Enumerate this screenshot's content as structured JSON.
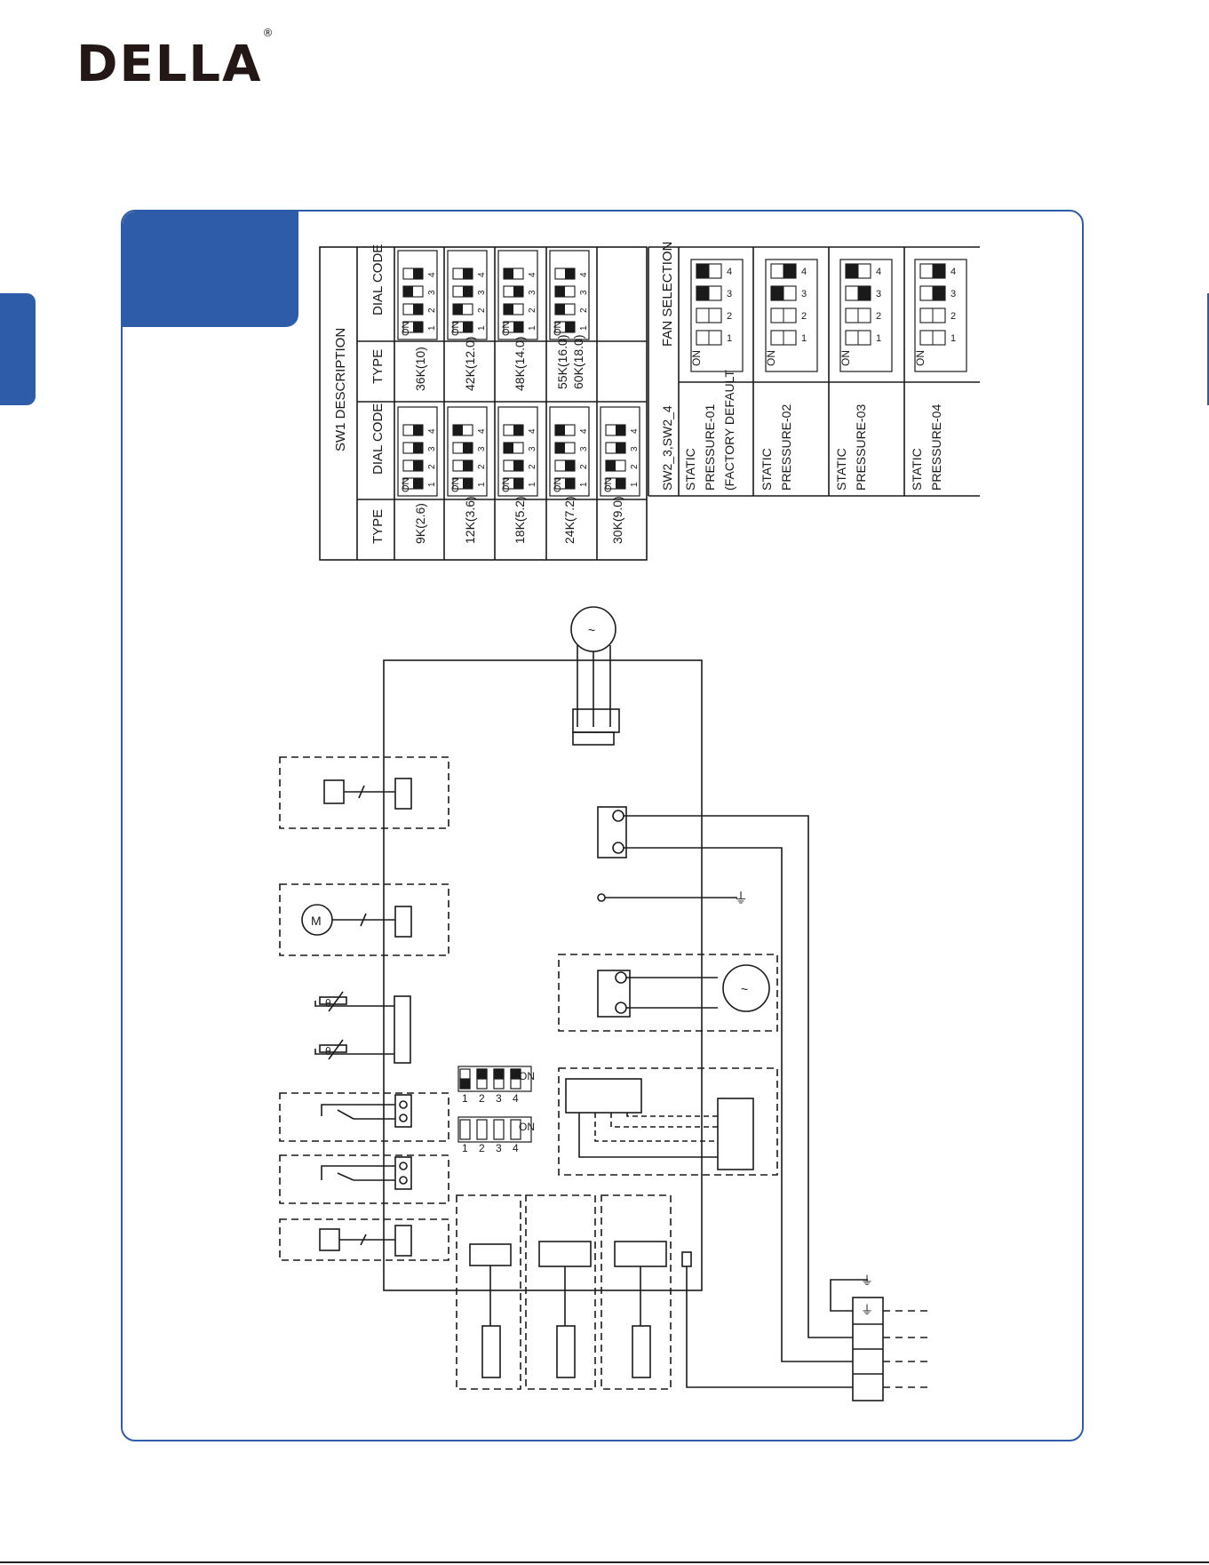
{
  "brand": {
    "name": "DELLA",
    "registered": "®"
  },
  "sw1": {
    "title": "SW1 DESCRIPTION",
    "header_type": "TYPE",
    "header_dial": "DIAL CODE",
    "left_types": [
      "9K(2.6)",
      "12K(3.6)",
      "18K(5.2)",
      "24K(7.2)",
      "30K(9.0)"
    ],
    "right_types": [
      "36K(10)",
      "42K(12.0)",
      "48K(14.0)",
      "55K(16.0)",
      "60K(18.0)"
    ],
    "on_label": "ON",
    "positions": [
      "1",
      "2",
      "3",
      "4"
    ]
  },
  "fan": {
    "title": "FAN SELECTION",
    "col_label": "SW2_3,SW2_4",
    "static": "STATIC",
    "pressure_labels": [
      "PRESSURE-01",
      "PRESSURE-02",
      "PRESSURE-03",
      "PRESSURE-04"
    ],
    "factory_default": "(FACTORY DEFAULT",
    "on_label": "ON"
  },
  "board": {
    "sw1_on": "ON",
    "sw2_on": "ON",
    "switch_numbers": [
      "1",
      "2",
      "3",
      "4"
    ]
  },
  "colors": {
    "brand_blue": "#2e5ca8",
    "line": "#1a1a1a"
  }
}
